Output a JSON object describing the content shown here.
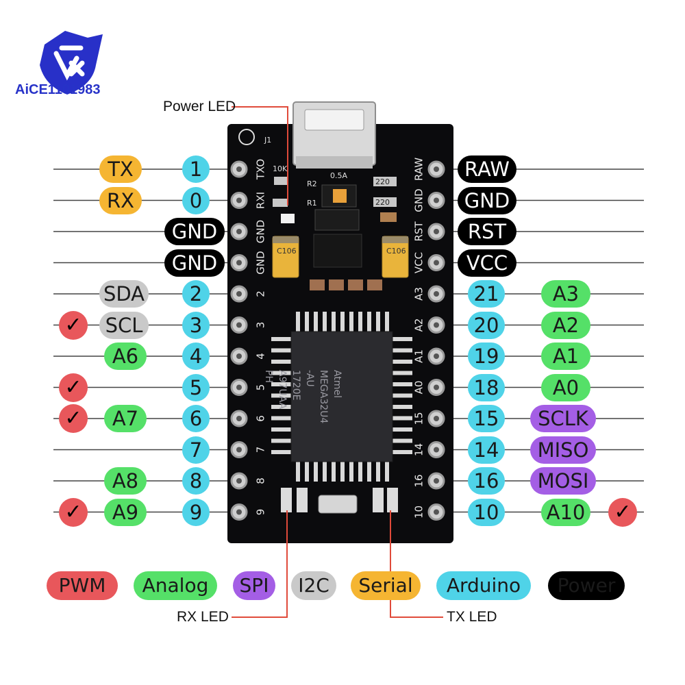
{
  "brand": {
    "logo_text": "AiCE1101983",
    "logo_icon": "brand-shield-icon"
  },
  "callouts": {
    "power_led": "Power LED",
    "rx_led": "RX LED",
    "tx_led": "TX LED"
  },
  "board": {
    "silk_left": [
      "TXO",
      "RXI",
      "GND",
      "GND",
      "2",
      "3",
      "4",
      "5",
      "6",
      "7",
      "8",
      "9"
    ],
    "silk_right": [
      "RAW",
      "GND",
      "RST",
      "VCC",
      "A3",
      "A2",
      "A1",
      "A0",
      "15",
      "14",
      "16",
      "10"
    ],
    "chip_text": [
      "Atmel",
      "MEGA32U4",
      "-AU",
      "1720E",
      "A97UAA",
      "PH"
    ],
    "misc_text": {
      "j1": "J1",
      "res_10k": "10K",
      "r2": "R2",
      "r1": "R1",
      "fuse": "0.5A",
      "cap_left": "C106",
      "cap_right": "C106",
      "r220_a": "220",
      "r220_b": "220"
    }
  },
  "left_pins": [
    {
      "num": "1",
      "labels": [
        {
          "text": "TX",
          "cls": "orange"
        }
      ],
      "check": false
    },
    {
      "num": "0",
      "labels": [
        {
          "text": "RX",
          "cls": "orange"
        }
      ],
      "check": false
    },
    {
      "num": "",
      "labels": [
        {
          "text": "GND",
          "cls": "blk"
        }
      ],
      "check": false
    },
    {
      "num": "",
      "labels": [
        {
          "text": "GND",
          "cls": "blk"
        }
      ],
      "check": false
    },
    {
      "num": "2",
      "labels": [
        {
          "text": "SDA",
          "cls": "gray"
        }
      ],
      "check": false
    },
    {
      "num": "3",
      "labels": [
        {
          "text": "SCL",
          "cls": "gray"
        }
      ],
      "check": true
    },
    {
      "num": "4",
      "labels": [
        {
          "text": "A6",
          "cls": "green"
        }
      ],
      "check": false
    },
    {
      "num": "5",
      "labels": [],
      "check": true
    },
    {
      "num": "6",
      "labels": [
        {
          "text": "A7",
          "cls": "green"
        }
      ],
      "check": true
    },
    {
      "num": "7",
      "labels": [],
      "check": false
    },
    {
      "num": "8",
      "labels": [
        {
          "text": "A8",
          "cls": "green"
        }
      ],
      "check": false
    },
    {
      "num": "9",
      "labels": [
        {
          "text": "A9",
          "cls": "green"
        }
      ],
      "check": true
    }
  ],
  "right_pins": [
    {
      "num": "",
      "labels": [
        {
          "text": "RAW",
          "cls": "blk"
        }
      ],
      "check": false
    },
    {
      "num": "",
      "labels": [
        {
          "text": "GND",
          "cls": "blk"
        }
      ],
      "check": false
    },
    {
      "num": "",
      "labels": [
        {
          "text": "RST",
          "cls": "blk"
        }
      ],
      "check": false
    },
    {
      "num": "",
      "labels": [
        {
          "text": "VCC",
          "cls": "blk"
        }
      ],
      "check": false
    },
    {
      "num": "21",
      "labels": [
        {
          "text": "A3",
          "cls": "green"
        }
      ],
      "check": false
    },
    {
      "num": "20",
      "labels": [
        {
          "text": "A2",
          "cls": "green"
        }
      ],
      "check": false
    },
    {
      "num": "19",
      "labels": [
        {
          "text": "A1",
          "cls": "green"
        }
      ],
      "check": false
    },
    {
      "num": "18",
      "labels": [
        {
          "text": "A0",
          "cls": "green"
        }
      ],
      "check": false
    },
    {
      "num": "15",
      "labels": [
        {
          "text": "SCLK",
          "cls": "purple"
        }
      ],
      "check": false
    },
    {
      "num": "14",
      "labels": [
        {
          "text": "MISO",
          "cls": "purple"
        }
      ],
      "check": false
    },
    {
      "num": "16",
      "labels": [
        {
          "text": "MOSI",
          "cls": "purple"
        }
      ],
      "check": false
    },
    {
      "num": "10",
      "labels": [
        {
          "text": "A10",
          "cls": "green"
        }
      ],
      "check": true
    }
  ],
  "check_mark": "✓",
  "legend": [
    {
      "text": "PWM",
      "cls": "red"
    },
    {
      "text": "Analog",
      "cls": "green"
    },
    {
      "text": "SPI",
      "cls": "purple"
    },
    {
      "text": "I2C",
      "cls": "gray"
    },
    {
      "text": "Serial",
      "cls": "orange"
    },
    {
      "text": "Arduino",
      "cls": "cyan"
    },
    {
      "text": "Power",
      "cls": "blk"
    }
  ],
  "colors": {
    "pwm": "#e8575b",
    "analog": "#55e068",
    "spi": "#a45ee5",
    "i2c": "#c9c9c9",
    "serial": "#f5b532",
    "arduino": "#4fd3e8",
    "power": "#000000",
    "pcb": "#0b0b0d",
    "callout_line": "#e04a3a"
  }
}
